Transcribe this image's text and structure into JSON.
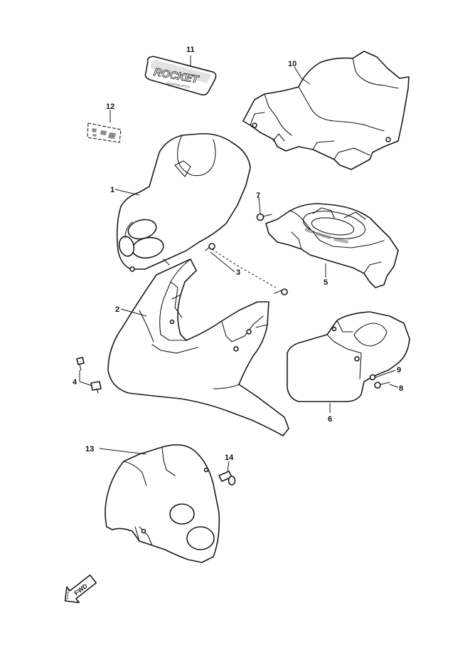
{
  "callouts": {
    "c1": "1",
    "c2": "2",
    "c3": "3",
    "c4": "4",
    "c5": "5",
    "c6": "6",
    "c7": "7",
    "c8": "8",
    "c9": "9",
    "c10": "10",
    "c11": "11",
    "c12": "12",
    "c13": "13",
    "c14": "14"
  },
  "decal": {
    "brand": "ROCKET",
    "subtext": "SCOOTER STYLE"
  },
  "direction_badge": "FWD"
}
